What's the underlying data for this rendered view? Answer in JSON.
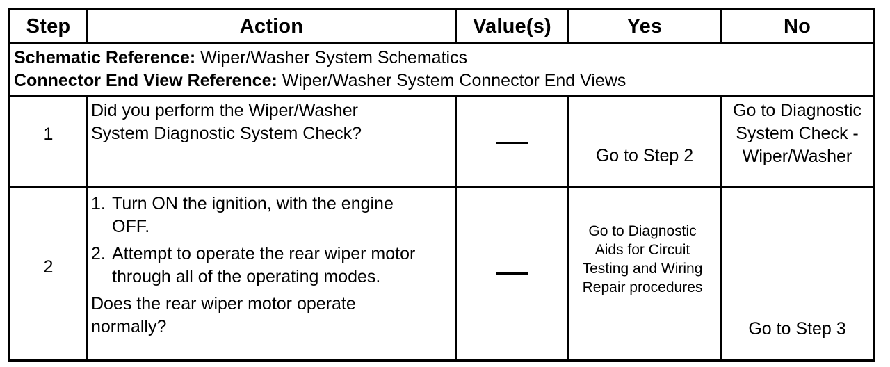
{
  "table": {
    "headers": [
      "Step",
      "Action",
      "Value(s)",
      "Yes",
      "No"
    ],
    "references": {
      "schematic_label": "Schematic Reference:",
      "schematic_value": " Wiper/Washer System Schematics",
      "connector_label": "Connector End View Reference:",
      "connector_value": " Wiper/Washer System Connector End Views"
    },
    "rows": [
      {
        "step": "1",
        "action_lines": [
          "Did you perform the Wiper/Washer",
          "System Diagnostic System Check?"
        ],
        "value": "—",
        "yes": "Go to Step 2",
        "no_lines": [
          "Go to Diagnostic",
          "System Check -",
          "Wiper/Washer"
        ]
      },
      {
        "step": "2",
        "action_items": [
          {
            "num": "1.",
            "lines": [
              "Turn ON the ignition, with the engine",
              "OFF."
            ]
          },
          {
            "num": "2.",
            "lines": [
              "Attempt to operate the rear wiper motor",
              "through all of the operating modes."
            ]
          }
        ],
        "action_question_lines": [
          "Does the rear wiper motor operate",
          "normally?"
        ],
        "value": "—",
        "yes_lines": [
          "Go to Diagnostic",
          "Aids for Circuit",
          "Testing and Wiring",
          "Repair procedures"
        ],
        "no": "Go to Step 3"
      }
    ]
  }
}
